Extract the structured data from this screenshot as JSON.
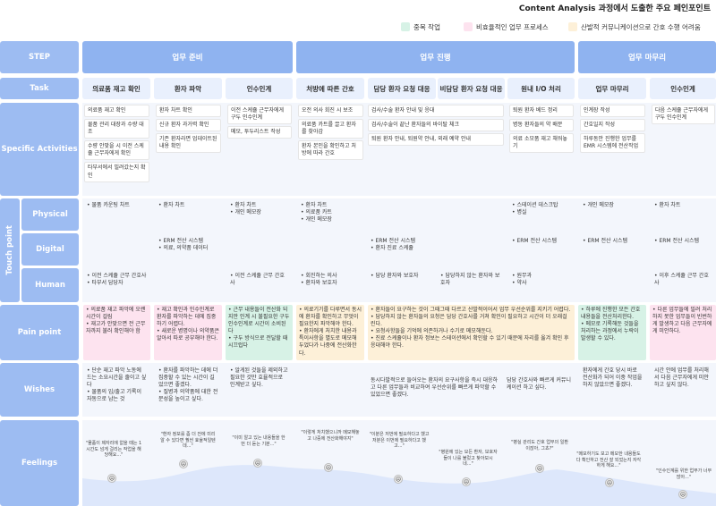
{
  "title": "Content Analysis 과정에서 도출한 주요 페인포인트",
  "legend": [
    {
      "label": "중복 작업",
      "color": "#d7f2e6"
    },
    {
      "label": "비효율적인 업무 프로세스",
      "color": "#fde3ef"
    },
    {
      "label": "산발적 커뮤니케이션으로 간호 수행 어려움",
      "color": "#fdf0d8"
    }
  ],
  "rows": {
    "step": "STEP",
    "task": "Task",
    "specific": "Specific Activities",
    "touchpoint": "Touch point",
    "physical": "Physical",
    "digital": "Digital",
    "human": "Human",
    "pain": "Pain point",
    "wishes": "Wishes",
    "feelings": "Feelings"
  },
  "steps": [
    "업무 준비",
    "업무 진행",
    "업무 마무리"
  ],
  "tasks": [
    "의료품 재고 확인",
    "환자 파악",
    "인수인계",
    "처방에 따른 간호",
    "담당 환자 요청 대응",
    "비담당 환자 요청 대응",
    "원내 I/O 처리",
    "업무 마무리",
    "인수인계"
  ],
  "activities": {
    "c0": [
      "의료품 재고 확인",
      "물품 관리 대장과 수량 대조",
      "수량 안맞을 시 이전 스케쥴 근무자에게 확인",
      "타부서에서 빌려갔는지 확인"
    ],
    "c1": [
      "환자 차트 확인",
      "신규 환자 과거력 확인",
      "기존 환자라면 업데이트된 내용 확인"
    ],
    "c2": [
      "이전 스케쥴 근무자에게 구두 인수인계",
      "메모, 투두리스트 작성"
    ],
    "c3": [
      "오전 의사 회진 시 보조",
      "의료품 카트를 끌고 환자를 찾아감",
      "환자 본인을 확인하고 처방에 따라 간호"
    ],
    "c4": [
      "검사/수술 환자 안내 및 응대",
      "검사/수술이 끝난 환자들의 바이탈 체크",
      "퇴원 환자 안내, 퇴원약 안내, 외래 예약 안내"
    ],
    "c6": [
      "퇴원 환자 베드 정리",
      "병동 환자들의 약 배분",
      "의료 소모품 재고 채워놓기"
    ],
    "c7": [
      "인계장 작성",
      "간호일지 작성",
      "하루동안 진행한 업무를 EMR 시스템에 전산작업"
    ],
    "c8": [
      "다음 스케쥴 근무자에게 구두 인수인계"
    ]
  },
  "physical": {
    "c0": "• 물품 카운팅 차트",
    "c1": "• 환자 차트",
    "c2": "• 환자 차트\n• 개인 메모장",
    "c3": "• 환자 차트\n• 의료품 카트\n• 개인 메모장",
    "c6": "• 스테이션 데스크탑\n• 병실",
    "c7": "• 개인 메모장",
    "c8": "• 환자 차트"
  },
  "digital": {
    "c1": "• ERM 전산 시스템\n• 의료, 의약품 데이터",
    "c4": "• ERM 전산 시스템\n• 환자 진료 스케쥴",
    "c6": "• ERM 전산 시스템",
    "c7": "• ERM 전산 시스템",
    "c8": "• ERM 전산 시스템"
  },
  "human": {
    "c0": "• 이전 스케쥴 근무 간호사\n• 타부서 담당자",
    "c2": "• 이전 스케쥴 근무 간호사",
    "c3": "• 회진하는 의사\n• 환자와 보호자",
    "c4": "• 담당 환자와 보호자",
    "c5": "• 담당하지 않는 환자와 보호자",
    "c6": "• 원무과\n• 약사",
    "c8": "• 이후 스케쥴 근무 간호사"
  },
  "pain": {
    "c0": "• 의료품 재고 파악에 오랜 시간이 걸림\n• 재고가 안맞으면 전 근무자까지 불러 확인해야 함",
    "c1": "• 재고 확인과 인수인계로 환자를 파악하는 데에 집중하기 어렵다.\n• 새로운 병명이나 의약품은 알아서 따로 공부해야 한다.",
    "c2": "• 근무 내용들이 전산화 되지만 인계 시 불필요한 구두 인수인계로 시간이 소비된다\n• 구두 방식으로 전달할 때 시끄럽다",
    "c3": "• 의료기기를 다루면서 동시에 환자를 확인하고 무엇이 필요한지 파악해야 한다.\n• 환자에게 처치한 내용과 특이사항을 별도로 메모해두었다가 나중에 전산화한다.",
    "c4": "• 환자들이 요구하는 것이 그때그때 다르고 산발적이어서 업무 우선순위를 지키기 어렵다.\n• 담당하지 않는 환자들의 요청은 담당 간호사를 거쳐 확인이 필요하고 시간이 더 오래걸린다.\n• 요청사항들을 기억에 의존하거나 수기로 메모해둔다.\n• 진료 스케쥴이나 환자 정보는 스테이션에서 확인할 수 있기 때문에 자리를 옮겨 확인 후 응대해야 한다.",
    "c7": "• 하루에 진행한 모든 간호 내용들을 전산처리한다.\n• 메모로 기록해둔 것들을 처리하는 과정에서 누락이 발생할 수 있다.",
    "c8": "• 다른 업무들에 밀려 처리하지 못한 업무들이 빈번하게 발생하고 다음 근무자에게 미안하다."
  },
  "wishes": {
    "c0": "• 단순 재고 파악 노동에 드는 소요시간을 줄이고 싶다\n• 물품의 입/출고 기록이 자동으로 남는 것",
    "c1": "• 환자를 파악하는 데에 더 집중할 수 있는 시간이 길었으면 좋겠다.\n• 질병과 의약품에 대한 전문성을 높이고 싶다.",
    "c2": "• 알게된 것들을 제외하고 필요한 것만 효율적으로 인계받고 싶다.",
    "c4": "동시다발적으로 들어오는 환자의 요구사항을 즉시 대응하고 다른 업무들과 비교하여 우선순위를 빠르게 파악할 수 있었으면 좋겠다.",
    "c5": "담당 간호사와 빠르게 커뮤니케이션 하고 싶다.",
    "c7": "환자에게 간호 당시 바로 전산화가 되어 이중 작업을 하지 않았으면 좋겠다.",
    "c8": "시간 안에 업무를 처리해서 다음 근무자에게 미안하고 싶지 않다."
  },
  "feelings": [
    "\"물품이 제자리에 없을 때는 1시간도 넘게 걸리는 작업을 해당해요...\"",
    "\"환자 정보를 좀 더 전에 미리 알 수 있다면 훨씬 효율적일텐데...\"",
    "\"이미 알고 있는 내용들을 한번 더 듣는 기분...\"",
    "\"이렇게 처치했으니까 메모해놓고 나중에 전산화해야지\"",
    "\"이분은 저번에 필요하다고 했고 저분은 이번에 필요하다고 했고...\"",
    "\"병원에 있는 모든 환자, 보호자들이 나를 불렀고 찾아보시네...\"",
    "\"병실 관리도 간호 업무의 일환이잖아, 그쵸?\"",
    "\"메모하기도 보고 메모한 내용들도 다 확인하고 전산 잘 되었는지 자각하게 해요...\"",
    "\"인수인계를 위한 업무가 너무 많아...\""
  ],
  "colors": {
    "header": "#8fb3f0",
    "pink": "#fde3ef",
    "yellow": "#fdf0d8",
    "green": "#d7f2e6"
  }
}
